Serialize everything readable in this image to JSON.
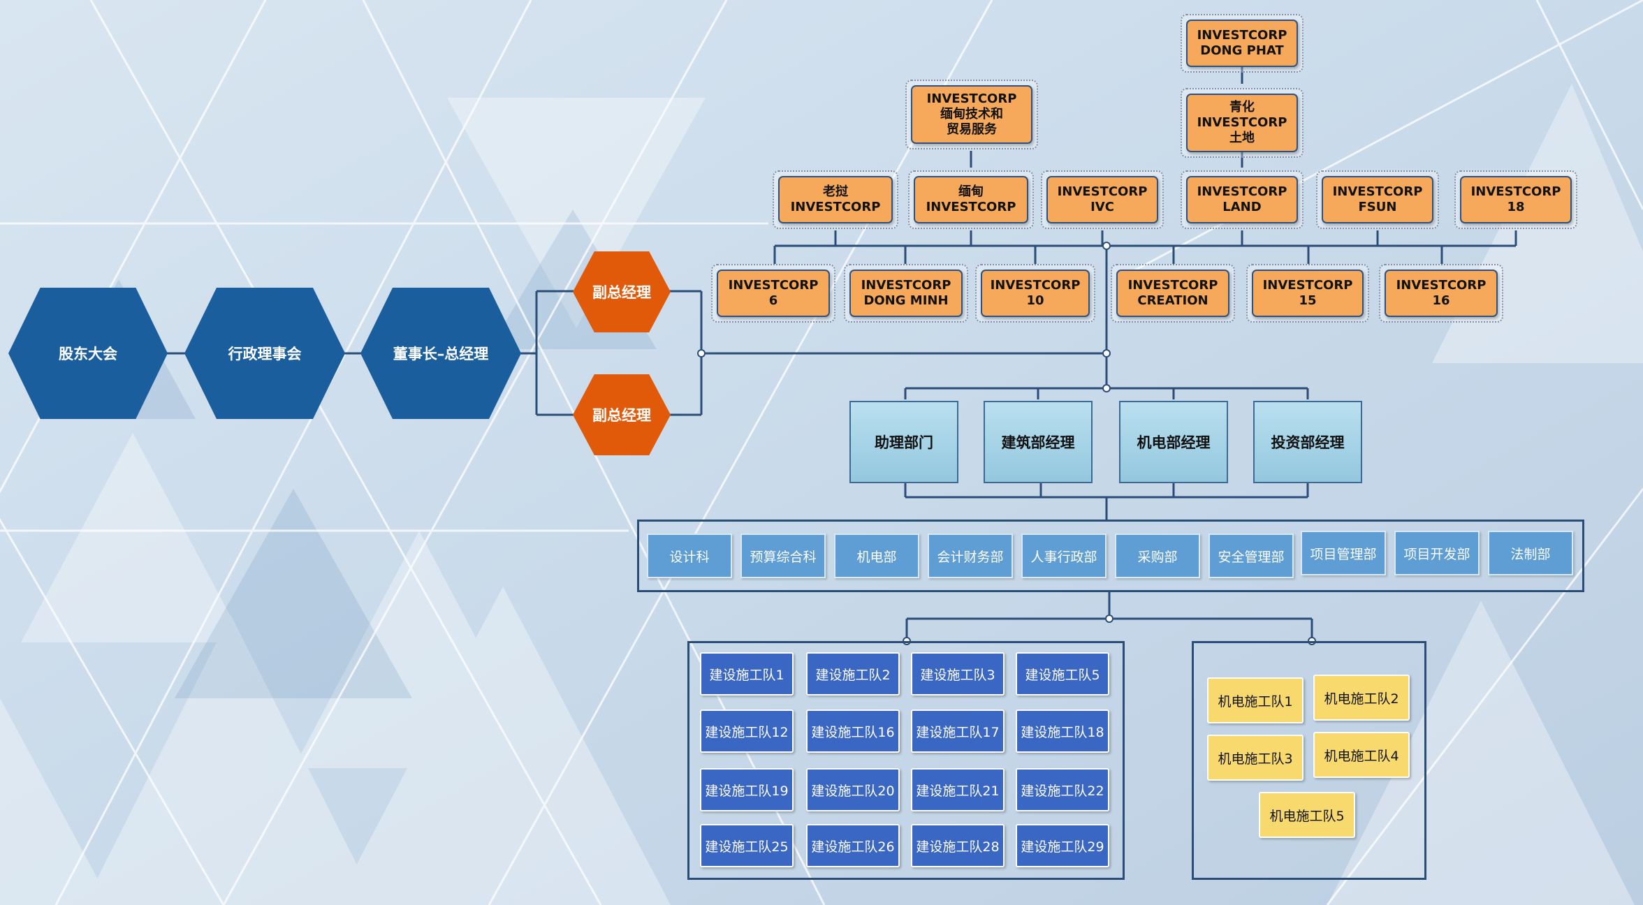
{
  "colors": {
    "hexagon_blue": "#1a5e9e",
    "hexagon_orange": "#e05a0a",
    "company_fill": "#f6a95a",
    "manager_fill": "#a9d5e8",
    "department_fill": "#5f9ed4",
    "construction_team_fill": "#3a66c4",
    "mechanical_team_fill": "#f7d96d",
    "connector": "#2a4d78"
  },
  "leadership": {
    "shareholders": "股东大会",
    "board": "行政理事会",
    "chairman": "董事长–总经理",
    "vice_gm_1": "副总经理",
    "vice_gm_2": "副总经理"
  },
  "companies": {
    "dong_phat": "INVESTCORP\nDONG PHAT",
    "thanh_hoa_land": "青化\nINVESTCORP\n土地",
    "myanmar_trade": "INVESTCORP\n缅甸技术和\n贸易服务",
    "laos": "老挝\nINVESTCORP",
    "myanmar": "缅甸\nINVESTCORP",
    "ivc": "INVESTCORP\nIVC",
    "land": "INVESTCORP\nLAND",
    "fsun": "INVESTCORP\nFSUN",
    "c18": "INVESTCORP\n18",
    "c6": "INVESTCORP\n6",
    "dong_minh": "INVESTCORP\nDONG MINH",
    "c10": "INVESTCORP\n10",
    "creation": "INVESTCORP\nCREATION",
    "c15": "INVESTCORP\n15",
    "c16": "INVESTCORP\n16"
  },
  "managers": [
    "助理部门",
    "建筑部经理",
    "机电部经理",
    "投资部经理"
  ],
  "departments": [
    "设计科",
    "预算综合科",
    "机电部",
    "会计财务部",
    "人事行政部",
    "采购部",
    "安全管理部",
    "项目管理部",
    "项目开发部",
    "法制部"
  ],
  "construction_teams": [
    "建设施工队1",
    "建设施工队2",
    "建设施工队3",
    "建设施工队5",
    "建设施工队12",
    "建设施工队16",
    "建设施工队17",
    "建设施工队18",
    "建设施工队19",
    "建设施工队20",
    "建设施工队21",
    "建设施工队22",
    "建设施工队25",
    "建设施工队26",
    "建设施工队28",
    "建设施工队29"
  ],
  "mechanical_teams": [
    "机电施工队1",
    "机电施工队2",
    "机电施工队3",
    "机电施工队4",
    "机电施工队5"
  ]
}
